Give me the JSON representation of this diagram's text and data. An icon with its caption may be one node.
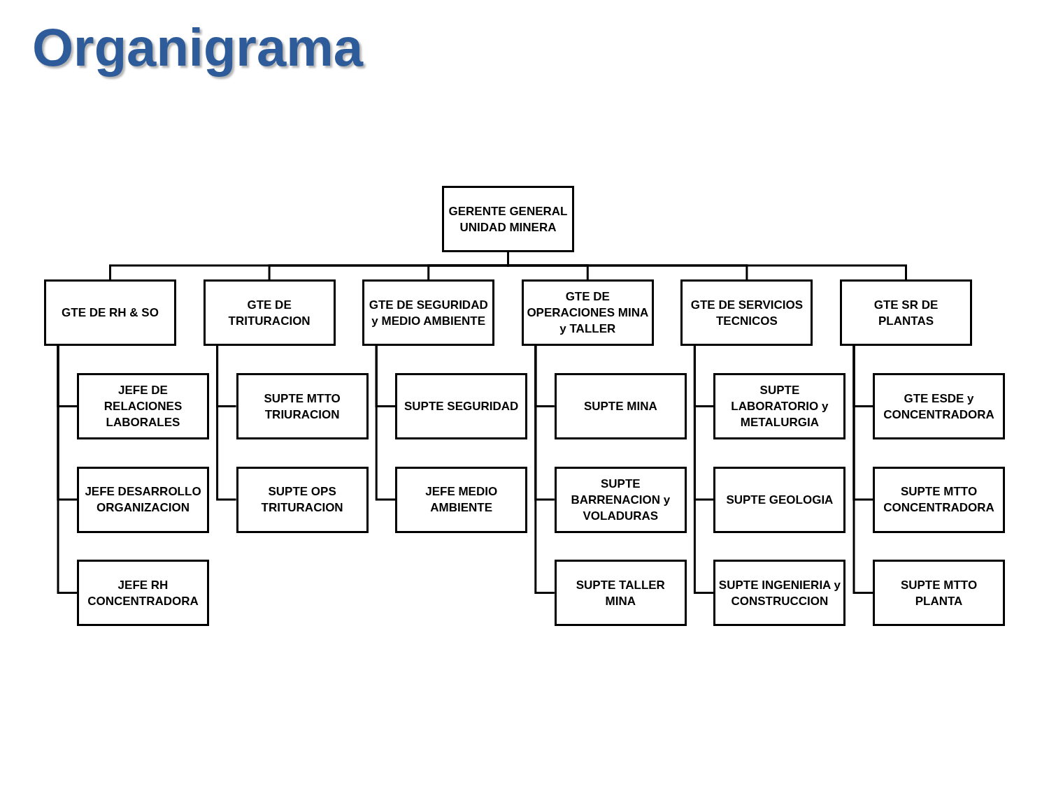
{
  "diagram": {
    "title": "Organigrama",
    "nodes": [
      {
        "text": [
          "GERENTE GENERAL UNIDAD MINERA"
        ]
      },
      {
        "text": [
          "GTE DE RH & SO"
        ]
      },
      {
        "text": [
          "GTE DE TRITURACION"
        ]
      },
      {
        "text": [
          "GTE DE SEGURIDAD y MEDIO AMBIENTE"
        ]
      },
      {
        "text": [
          "GTE DE OPERACIONES MINA y TALLER"
        ]
      },
      {
        "text": [
          "GTE DE SERVICIOS TECNICOS"
        ]
      },
      {
        "text": [
          "GTE SR DE PLANTAS"
        ]
      },
      {
        "text": [
          "JEFE DE RELACIONES LABORALES"
        ]
      },
      {
        "text": [
          "JEFE DESARROLLO ORGANIZACION"
        ]
      },
      {
        "text": [
          "JEFE RH CONCENTRADORA"
        ]
      },
      {
        "text": [
          "SUPTE MTTO TRIURACION"
        ]
      },
      {
        "text": [
          "SUPTE OPS TRITURACION"
        ]
      },
      {
        "text": [
          "SUPTE SEGURIDAD"
        ]
      },
      {
        "text": [
          "JEFE MEDIO AMBIENTE"
        ]
      },
      {
        "text": [
          "SUPTE MINA"
        ]
      },
      {
        "text": [
          "SUPTE BARRENACION y VOLADURAS"
        ]
      },
      {
        "text": [
          "SUPTE TALLER MINA"
        ]
      },
      {
        "text": [
          "SUPTE LABORATORIO y METALURGIA"
        ]
      },
      {
        "text": [
          "SUPTE GEOLOGIA"
        ]
      },
      {
        "text": [
          "SUPTE INGENIERIA y CONSTRUCCION"
        ]
      },
      {
        "text": [
          "GTE ESDE y CONCENTRADORA"
        ]
      },
      {
        "text": [
          "SUPTE MTTO CONCENTRADORA"
        ]
      },
      {
        "text": [
          "SUPTE MTTO PLANTA"
        ]
      }
    ],
    "edges": [
      {
        "from": 0,
        "to": 1,
        "arrow": "none"
      },
      {
        "from": 0,
        "to": 2,
        "arrow": "none"
      },
      {
        "from": 0,
        "to": 3,
        "arrow": "none"
      },
      {
        "from": 0,
        "to": 4,
        "arrow": "none"
      },
      {
        "from": 0,
        "to": 5,
        "arrow": "none"
      },
      {
        "from": 0,
        "to": 6,
        "arrow": "none"
      },
      {
        "from": 1,
        "to": 7,
        "arrow": "none"
      },
      {
        "from": 1,
        "to": 8,
        "arrow": "none"
      },
      {
        "from": 1,
        "to": 9,
        "arrow": "none"
      },
      {
        "from": 2,
        "to": 10,
        "arrow": "none"
      },
      {
        "from": 2,
        "to": 11,
        "arrow": "none"
      },
      {
        "from": 3,
        "to": 12,
        "arrow": "none"
      },
      {
        "from": 3,
        "to": 13,
        "arrow": "none"
      },
      {
        "from": 4,
        "to": 14,
        "arrow": "none"
      },
      {
        "from": 4,
        "to": 15,
        "arrow": "none"
      },
      {
        "from": 4,
        "to": 16,
        "arrow": "none"
      },
      {
        "from": 5,
        "to": 17,
        "arrow": "none"
      },
      {
        "from": 5,
        "to": 18,
        "arrow": "none"
      },
      {
        "from": 5,
        "to": 19,
        "arrow": "none"
      },
      {
        "from": 6,
        "to": 20,
        "arrow": "none"
      },
      {
        "from": 6,
        "to": 21,
        "arrow": "none"
      },
      {
        "from": 6,
        "to": 22,
        "arrow": "none"
      }
    ]
  }
}
